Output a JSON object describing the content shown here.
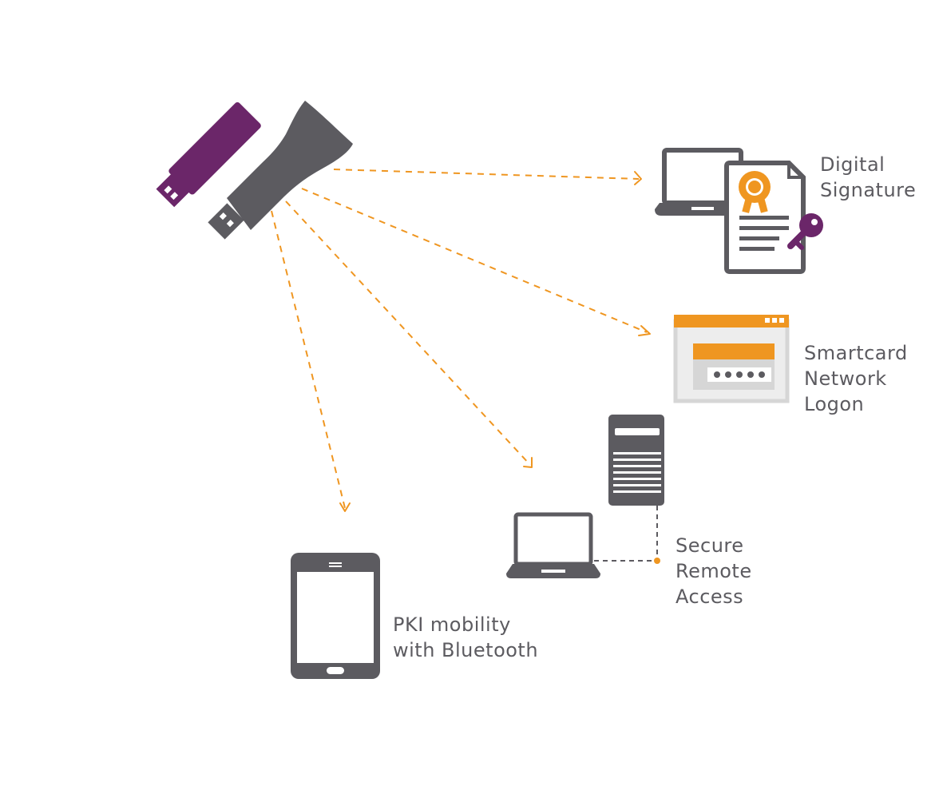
{
  "colors": {
    "accent_orange": "#ef9621",
    "brand_purple": "#6b2669",
    "device_gray": "#5c5b60",
    "light_gray": "#d6d6d6",
    "text_gray": "#5c5b60"
  },
  "icons": {
    "purple_token": "usb-token-purple-icon",
    "gray_token": "usb-token-gray-icon",
    "laptop_signature": "laptop-icon",
    "certificate": "certificate-document-icon",
    "key": "key-icon",
    "logon_window": "logon-window-icon",
    "server": "server-icon",
    "laptop_remote": "laptop-icon",
    "tablet": "tablet-icon"
  },
  "labels": {
    "digital_signature": [
      "Digital",
      "Signature"
    ],
    "smartcard_logon": [
      "Smartcard",
      "Network",
      "Logon"
    ],
    "secure_remote_access": [
      "Secure",
      "Remote",
      "Access"
    ],
    "pki_mobility": [
      "PKI mobility",
      "with Bluetooth"
    ]
  }
}
